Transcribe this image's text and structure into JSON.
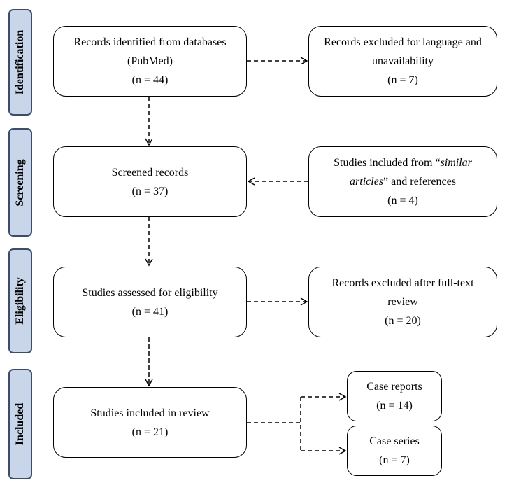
{
  "stages": [
    {
      "id": "identification",
      "label": "Identification"
    },
    {
      "id": "screening",
      "label": "Screening"
    },
    {
      "id": "eligibility",
      "label": "Eligibility"
    },
    {
      "id": "included",
      "label": "Included"
    }
  ],
  "boxes": {
    "records_identified": {
      "line1": "Records identified  from databases",
      "line2": "(PubMed)",
      "count": "(n = 44)"
    },
    "records_excluded_language": {
      "line1": "Records excluded for language  and",
      "line2": "unavailability",
      "count": "(n = 7)"
    },
    "screened_records": {
      "line1": "Screened records",
      "count": "(n = 37)"
    },
    "studies_similar": {
      "line1_prefix": "Studies included from “",
      "line1_italic": "similar",
      "line2_italic": "articles",
      "line2_suffix": "” and references",
      "count": "(n = 4)"
    },
    "assessed_eligibility": {
      "line1": "Studies assessed for eligibility",
      "count": "(n = 41)"
    },
    "excluded_fulltext": {
      "line1": "Records excluded after full-text",
      "line2": "review",
      "count": "(n = 20)"
    },
    "included_review": {
      "line1": "Studies included in review",
      "count": "(n = 21)"
    },
    "case_reports": {
      "line1": "Case reports",
      "count": "(n = 14)"
    },
    "case_series": {
      "line1": "Case series",
      "count": "(n = 7)"
    }
  },
  "colors": {
    "stage_fill": "#c9d6ea",
    "stage_border": "#3c4c6a",
    "line": "#000000"
  }
}
